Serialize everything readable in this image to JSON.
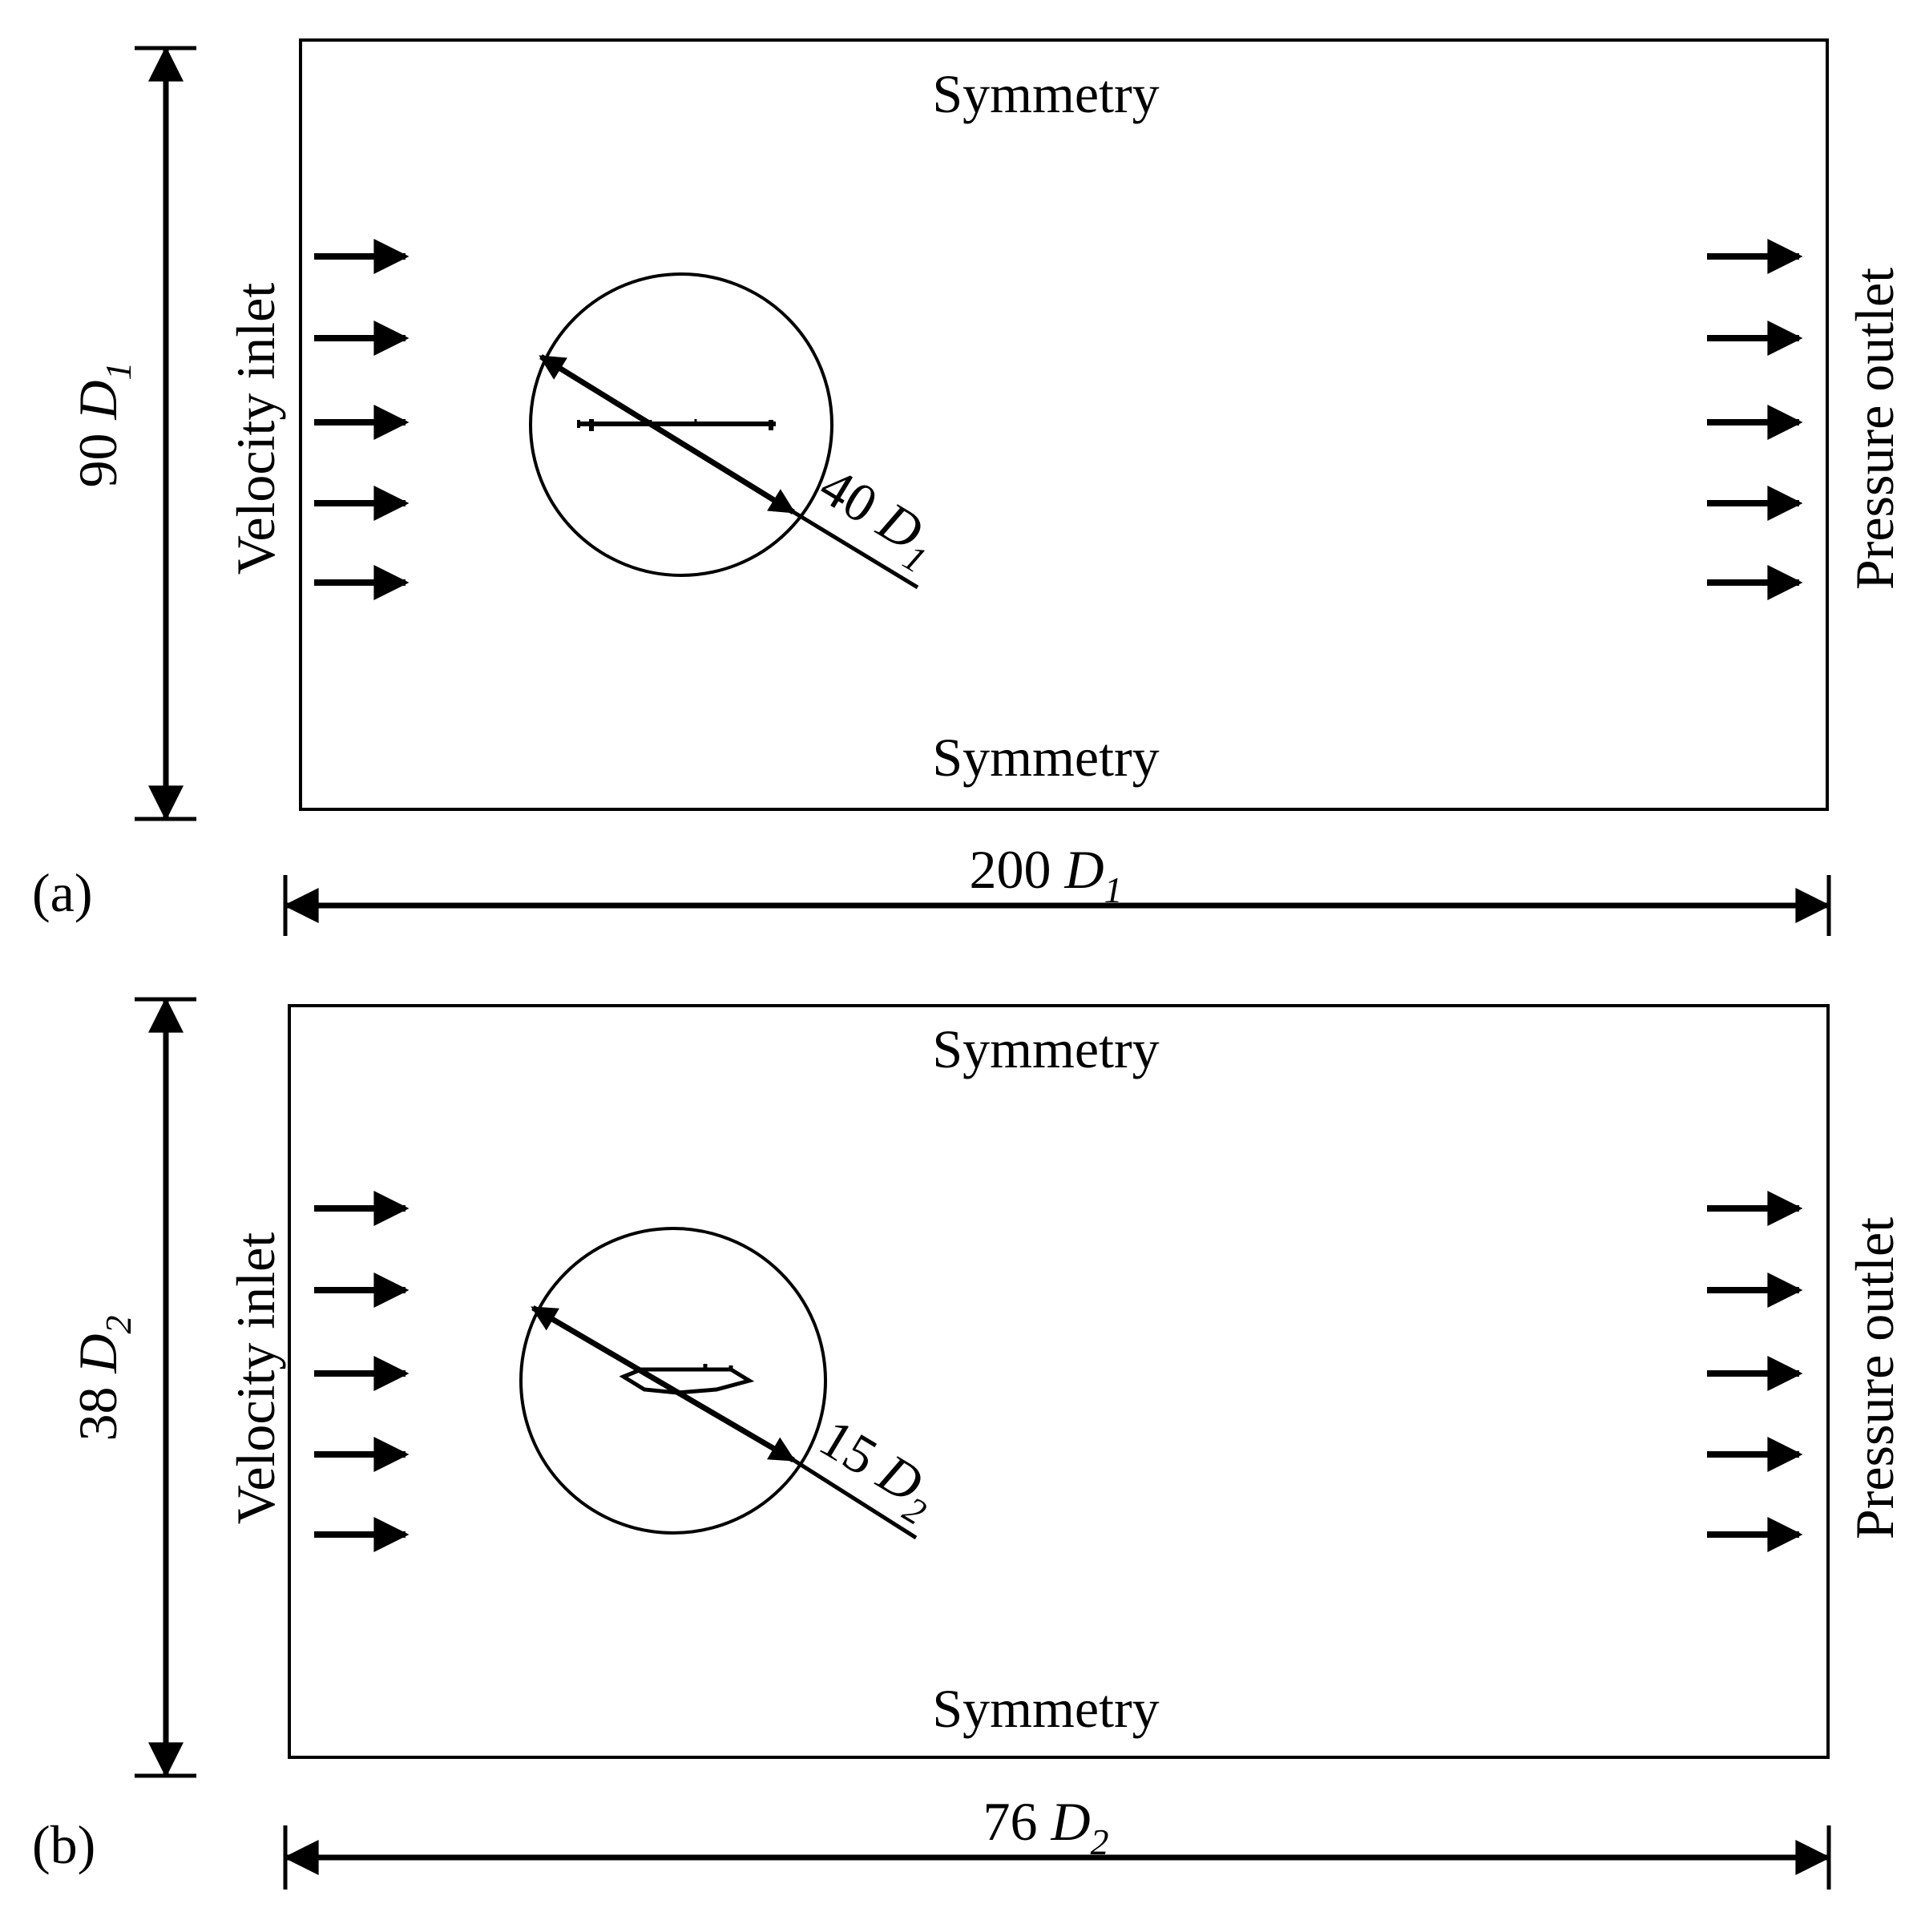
{
  "panels": [
    {
      "tag": "(a)",
      "top_label": "Symmetry",
      "bottom_label": "Symmetry",
      "inlet_label": "Velocity inlet",
      "outlet_label": "Pressure outlet",
      "height_dim": {
        "value": "90",
        "symbol": "D",
        "subscript": "1"
      },
      "width_dim": {
        "value": "200",
        "symbol": "D",
        "subscript": "1"
      },
      "circle_dim": {
        "value": "40",
        "symbol": "D",
        "subscript": "1"
      }
    },
    {
      "tag": "(b)",
      "top_label": "Symmetry",
      "bottom_label": "Symmetry",
      "inlet_label": "Velocity inlet",
      "outlet_label": "Pressure outlet",
      "height_dim": {
        "value": "38",
        "symbol": "D",
        "subscript": "2"
      },
      "width_dim": {
        "value": "76",
        "symbol": "D",
        "subscript": "2"
      },
      "circle_dim": {
        "value": "15",
        "symbol": "D",
        "subscript": "2"
      }
    }
  ],
  "colors": {
    "line": "#000000",
    "background": "#ffffff"
  }
}
